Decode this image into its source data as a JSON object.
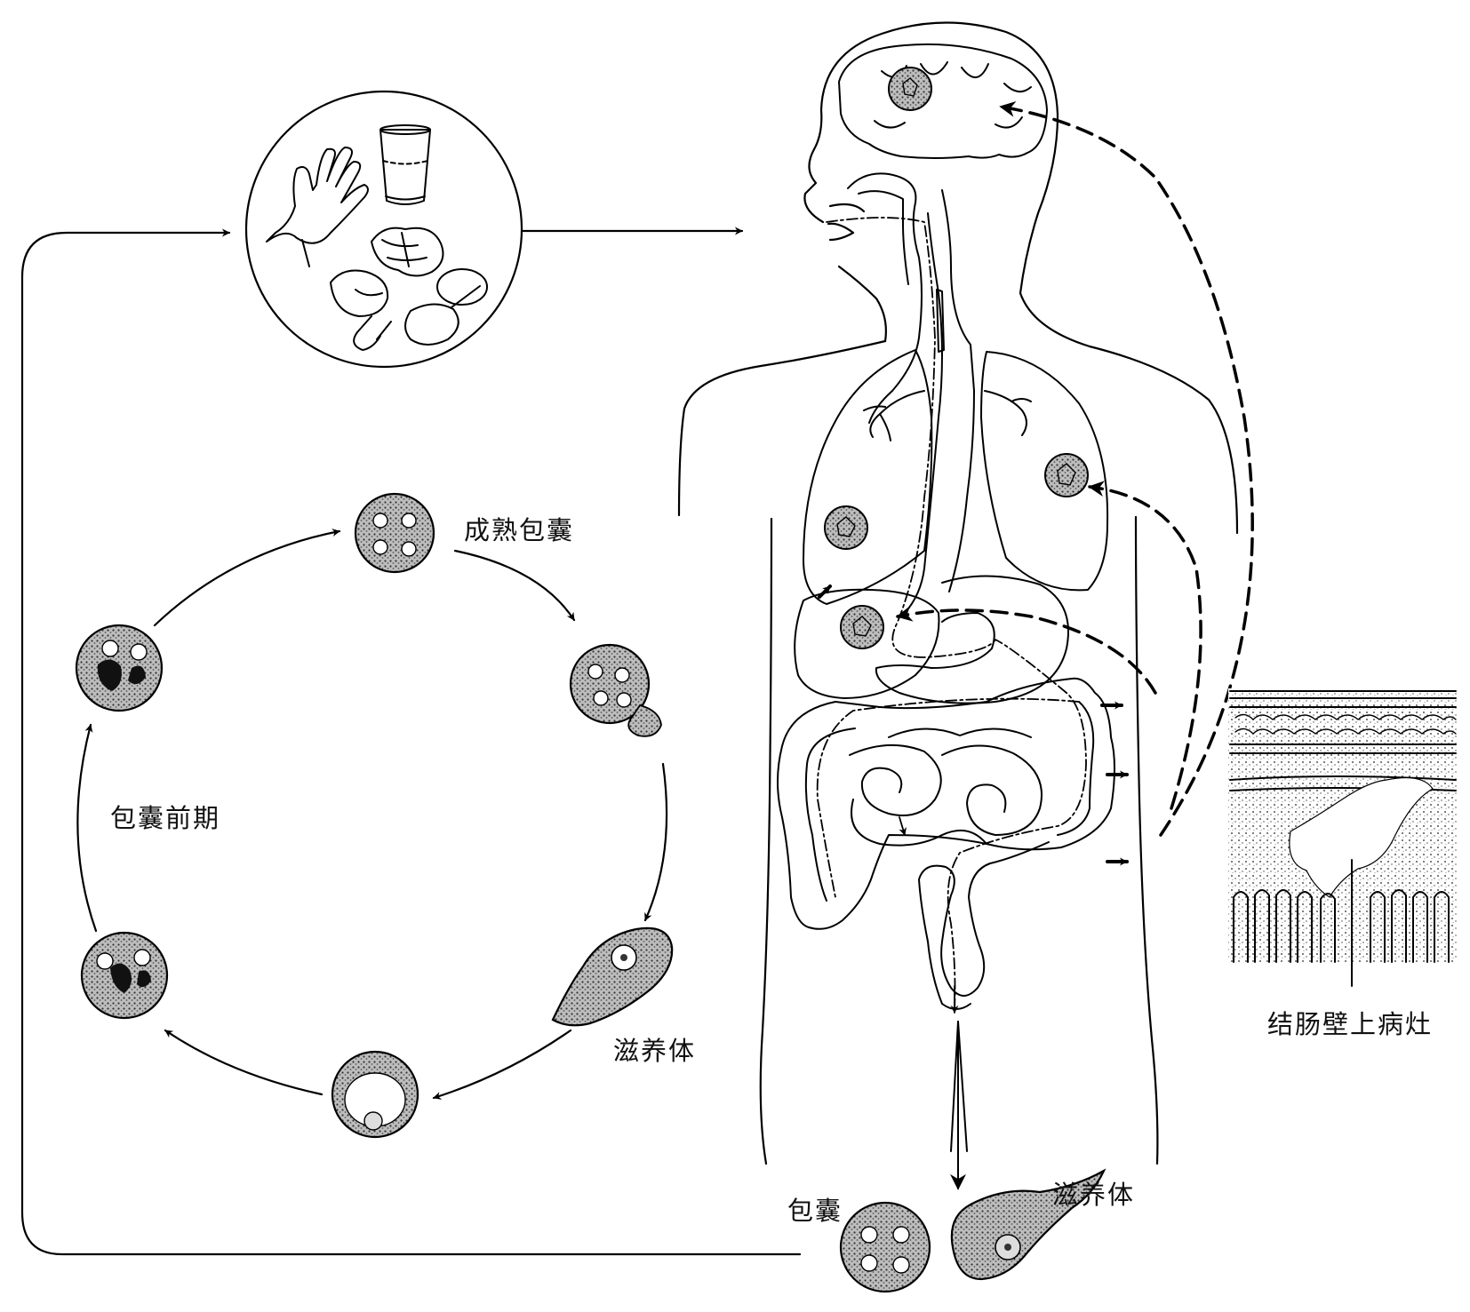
{
  "labels": {
    "mature_cyst": "成熟包囊",
    "precyst": "包囊前期",
    "trophozoite_cycle": "滋养体",
    "cyst_output": "包囊",
    "trophozoite_output": "滋养体",
    "colon_lesion": "结肠壁上病灶"
  },
  "colors": {
    "ink": "#000000",
    "cyst_fill": "#8a8a8a",
    "background": "#ffffff"
  }
}
